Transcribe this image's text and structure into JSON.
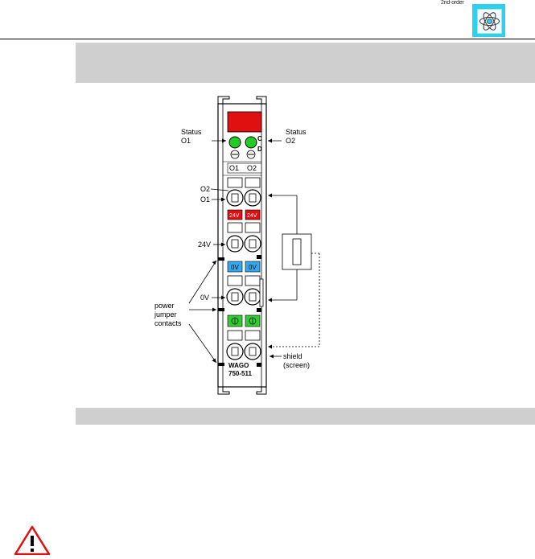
{
  "header": {
    "code": "2nd-order",
    "logo_icon": "atom-logo-icon"
  },
  "figure": {
    "labels": {
      "status_o1_line1": "Status",
      "status_o1_line2": "O1",
      "status_o2_line1": "Status",
      "status_o2_line2": "O2",
      "o2": "O2",
      "o1": "O1",
      "v24": "24V",
      "v0": "0V",
      "power_jumper_1": "power",
      "power_jumper_2": "jumper",
      "power_jumper_3": "contacts",
      "shield_1": "shield",
      "shield_2": "(screen)"
    },
    "module": {
      "terminal_o1": "O1",
      "terminal_o2": "O2",
      "red_left": "24V",
      "red_right": "24V",
      "blue_left": "0V",
      "blue_right": "0V",
      "brand": "WAGO",
      "model": "750-511"
    },
    "colors": {
      "red": "#e01010",
      "green_led": "#22cc22",
      "blue": "#33aaee",
      "green_strip": "#33cc33"
    }
  },
  "warning_icon": "warning-icon"
}
